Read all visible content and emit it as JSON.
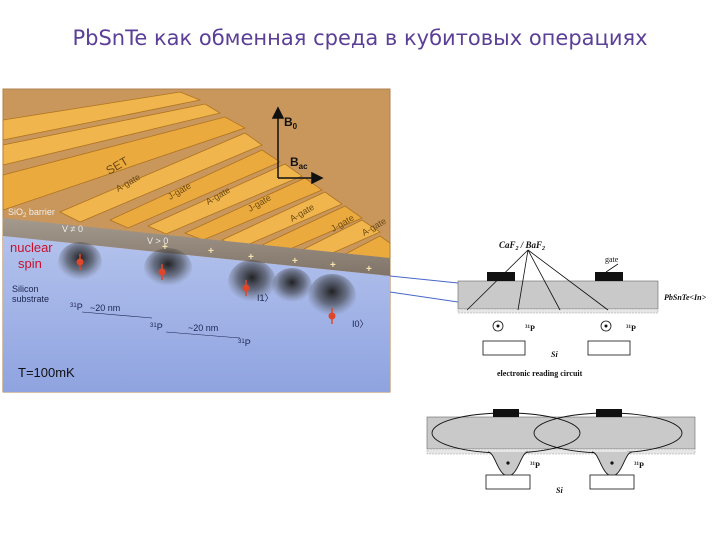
{
  "slide": {
    "title": "PbSnTe как обменная среда в кубитовых операциях"
  },
  "left_figure": {
    "labels": {
      "set": "SET",
      "gate_a": "A-gate",
      "gate_j": "J-gate",
      "b0": "B",
      "b0_sub": "0",
      "bac": "B",
      "bac_sub": "ac",
      "sio2": "SiO",
      "sio2_sub": "2",
      "sio2_rest": " barrier",
      "v_zero": "V ≠ 0",
      "v_pos": "V > 0",
      "nuclear": "nuclear",
      "spin": "spin",
      "silicon": "Silicon",
      "substrate": "substrate",
      "p_mass": "31",
      "p": "P",
      "dist": "~20 nm",
      "ket1": "I1〉",
      "ket0": "I0〉",
      "temperature": "T=100mK",
      "plus": "+"
    },
    "colors": {
      "gate": "#e8a83a",
      "oxide": "#9a8f84",
      "substrate": "#9fb1e6",
      "background": "#c9975b",
      "spin": "#e0462a",
      "nuclear_text": "#c8102e"
    }
  },
  "right_top": {
    "layer_label": "CaF",
    "layer_sub1": "2",
    "layer_mid": " / BaF",
    "layer_sub2": "2",
    "gate": "gate",
    "medium": "PbSnTe<In>",
    "p_mass": "31",
    "p": "P",
    "si": "Si",
    "caption": "electronic  reading  circuit"
  },
  "right_bottom": {
    "p_mass": "31",
    "p": "P",
    "si": "Si"
  }
}
